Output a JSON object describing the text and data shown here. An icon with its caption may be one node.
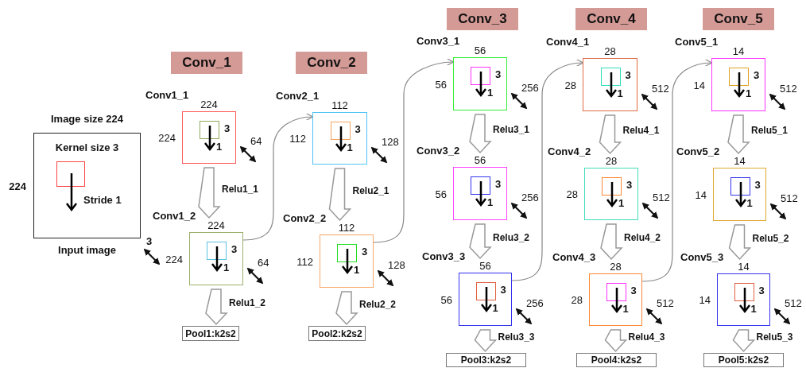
{
  "diagram": {
    "nodes": [
      {
        "text": [
          "Image size 224",
          "224",
          "Kernel size 3",
          "Stride 1",
          "Input image",
          "3"
        ]
      },
      {
        "text": [
          "Conv_1"
        ]
      },
      {
        "text": [
          "Conv1_1",
          "224",
          "224",
          "3",
          "1",
          "64"
        ]
      },
      {
        "text": [
          "Conv1_2",
          "224",
          "224",
          "3",
          "1",
          "64"
        ]
      },
      {
        "text": [
          "Pool1:k2s2"
        ]
      },
      {
        "text": [
          "Conv_2"
        ]
      },
      {
        "text": [
          "Conv2_1",
          "112",
          "112",
          "3",
          "1",
          "128"
        ]
      },
      {
        "text": [
          "Conv2_2",
          "112",
          "112",
          "3",
          "1",
          "128"
        ]
      },
      {
        "text": [
          "Pool2:k2s2"
        ]
      },
      {
        "text": [
          "Conv_3"
        ]
      },
      {
        "text": [
          "Conv3_1",
          "56",
          "56",
          "3",
          "1",
          "256"
        ]
      },
      {
        "text": [
          "Conv3_2",
          "56",
          "56",
          "3",
          "1",
          "256"
        ]
      },
      {
        "text": [
          "Conv3_3",
          "56",
          "56",
          "3",
          "1",
          "256"
        ]
      },
      {
        "text": [
          "Pool3:k2s2"
        ]
      },
      {
        "text": [
          "Conv_4"
        ]
      },
      {
        "text": [
          "Conv4_1",
          "28",
          "28",
          "3",
          "1",
          "512"
        ]
      },
      {
        "text": [
          "Conv4_2",
          "28",
          "28",
          "3",
          "1",
          "512"
        ]
      },
      {
        "text": [
          "Conv4_3",
          "28",
          "28",
          "3",
          "1",
          "512"
        ]
      },
      {
        "text": [
          "Pool4:k2s2"
        ]
      },
      {
        "text": [
          "Conv_5"
        ]
      },
      {
        "text": [
          "Conv5_1",
          "14",
          "14",
          "3",
          "1",
          "512"
        ]
      },
      {
        "text": [
          "Conv5_2",
          "14",
          "14",
          "3",
          "1",
          "512"
        ]
      },
      {
        "text": [
          "Conv5_3",
          "14",
          "14",
          "3",
          "1",
          "512"
        ]
      },
      {
        "text": [
          "Pool5:k2s2"
        ]
      }
    ],
    "edges": [
      {
        "from": 2,
        "to": 3,
        "arrow": "to",
        "label": "Relu1_1",
        "style": "thick"
      },
      {
        "from": 3,
        "to": 4,
        "arrow": "to",
        "label": "Relu1_2",
        "style": "thick"
      },
      {
        "from": 6,
        "to": 7,
        "arrow": "to",
        "label": "Relu2_1",
        "style": "thick"
      },
      {
        "from": 7,
        "to": 8,
        "arrow": "to",
        "label": "Relu2_2",
        "style": "thick"
      },
      {
        "from": 10,
        "to": 11,
        "arrow": "to",
        "label": "Relu3_1",
        "style": "thick"
      },
      {
        "from": 11,
        "to": 12,
        "arrow": "to",
        "label": "Relu3_2",
        "style": "thick"
      },
      {
        "from": 12,
        "to": 13,
        "arrow": "to",
        "label": "Relu3_3",
        "style": "thick"
      },
      {
        "from": 15,
        "to": 16,
        "arrow": "to",
        "label": "Relu4_1",
        "style": "thick"
      },
      {
        "from": 16,
        "to": 17,
        "arrow": "to",
        "label": "Relu4_2",
        "style": "thick"
      },
      {
        "from": 17,
        "to": 18,
        "arrow": "to",
        "label": "Relu4_3",
        "style": "thick"
      },
      {
        "from": 20,
        "to": 21,
        "arrow": "to",
        "label": "Relu5_1",
        "style": "thick"
      },
      {
        "from": 21,
        "to": 22,
        "arrow": "to",
        "label": "Relu5_2",
        "style": "thick"
      },
      {
        "from": 22,
        "to": 23,
        "arrow": "to",
        "label": "Relu5_3",
        "style": "thick"
      },
      {
        "from": 3,
        "to": 6,
        "arrow": "to"
      },
      {
        "from": 7,
        "to": 10,
        "arrow": "to"
      },
      {
        "from": 12,
        "to": 15,
        "arrow": "to"
      },
      {
        "from": 17,
        "to": 20,
        "arrow": "to"
      }
    ]
  }
}
